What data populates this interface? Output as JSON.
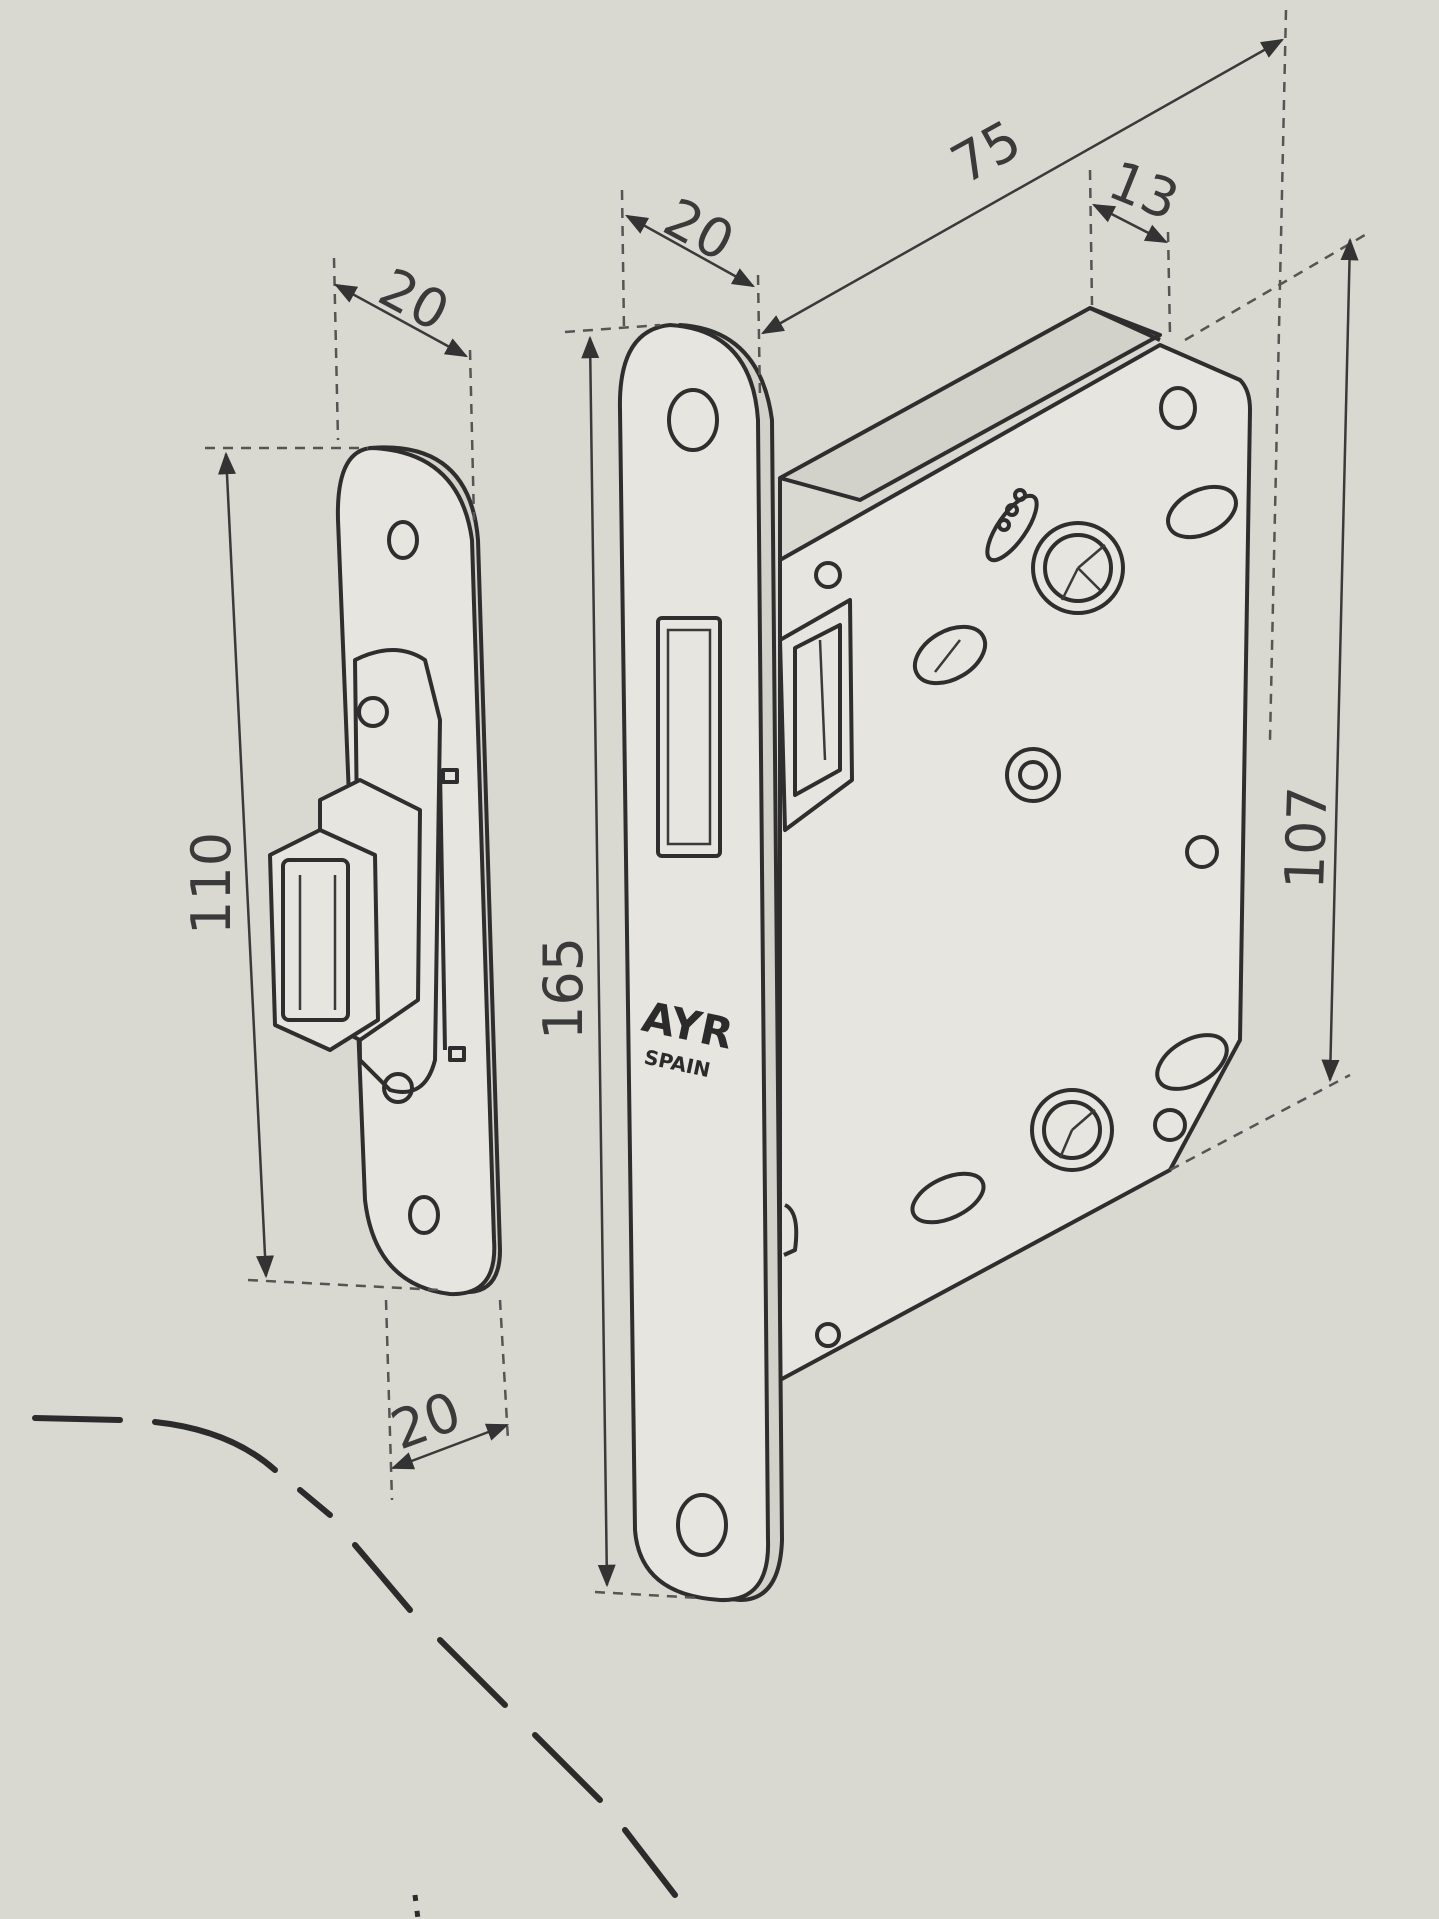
{
  "diagram": {
    "strike_plate": {
      "dimensions": {
        "width_top": "20",
        "height": "110",
        "width_bottom": "20"
      }
    },
    "lock_body": {
      "dimensions": {
        "faceplate_width": "20",
        "faceplate_height": "165",
        "depth": "75",
        "backset": "13",
        "body_height": "107"
      },
      "brand": {
        "logo": "AYR",
        "subtitle": "SPAIN"
      }
    }
  },
  "colors": {
    "background": "#d9d8d1",
    "ink": "#2e2e2e",
    "dimension_line": "#555555"
  }
}
